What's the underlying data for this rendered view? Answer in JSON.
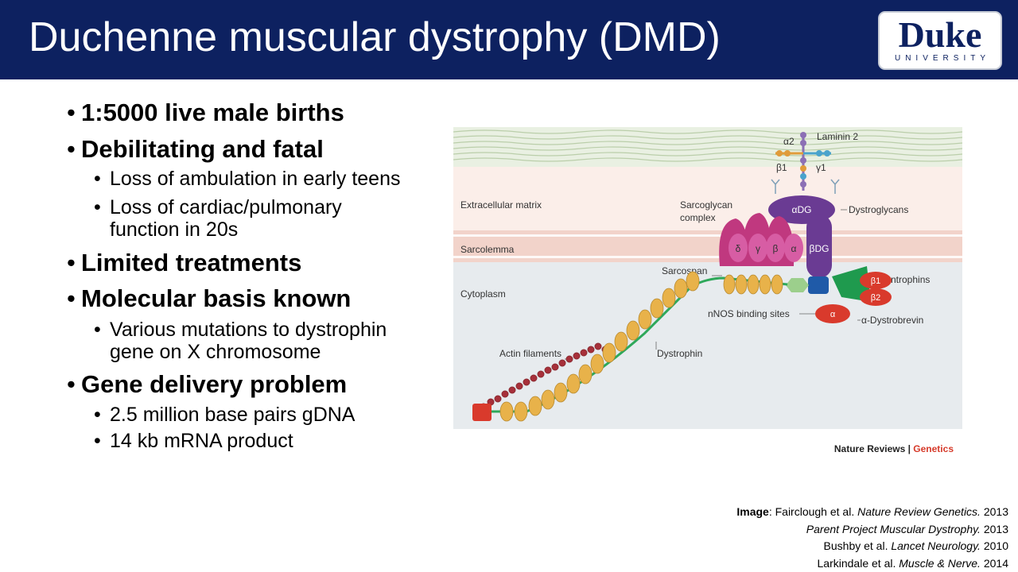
{
  "slide": {
    "title": "Duchenne muscular dystrophy (DMD)",
    "logo": {
      "word": "Duke",
      "sub": "UNIVERSITY"
    }
  },
  "bullets": {
    "b1": "1:5000 live male births",
    "b2": "Debilitating and fatal",
    "b2_sub1": "Loss of ambulation in early teens",
    "b2_sub2_line1": "Loss of cardiac/pulmonary",
    "b2_sub2_line2": "function in 20s",
    "b3": "Limited treatments",
    "b4": "Molecular basis known",
    "b4_sub1_line1": "Various mutations to dystrophin",
    "b4_sub1_line2": "gene on X chromosome",
    "b5": "Gene delivery problem",
    "b5_sub1": "2.5 million base pairs gDNA",
    "b5_sub2": "14 kb mRNA product",
    "bullet_char": "•"
  },
  "figure": {
    "labels": {
      "laminin": "Laminin 2",
      "a2": "α2",
      "b1": "β1",
      "g1": "γ1",
      "ecm": "Extracellular matrix",
      "sarcoglycan1": "Sarcoglycan",
      "sarcoglycan2": "complex",
      "adg": "αDG",
      "dystroglycans": "Dystroglycans",
      "sarcolemma": "Sarcolemma",
      "delta": "δ",
      "gamma": "γ",
      "beta": "β",
      "alpha": "α",
      "bdg": "βDG",
      "sarcospan": "Sarcospan",
      "syn_b1": "β1",
      "syntrophins": "Syntrophins",
      "syn_b2": "β2",
      "cytoplasm": "Cytoplasm",
      "nnos": "nNOS binding sites",
      "dbr_alpha": "α",
      "dystrobrevin": "α-Dystrobrevin",
      "actin": "Actin filaments",
      "dystrophin": "Dystrophin",
      "journal": "Nature Reviews",
      "journal_sep": " | ",
      "journal_section": "Genetics"
    },
    "colors": {
      "ecm_band": "#bcd2a8",
      "membrane": "#f3d8cf",
      "cytoplasm": "#e6eaec",
      "sarcoglycan": "#c0387f",
      "dystroglycan": "#6a3b93",
      "syntrophin": "#d93a2c",
      "dystrophin_bead": "#e8b24a",
      "actin_bead": "#a7303a",
      "green_protein": "#1f9a4e",
      "blue_protein": "#1f5aa8",
      "genetics_red": "#d63a2a"
    }
  },
  "credits": {
    "line1_bold": "Image",
    "line1_rest": ": Fairclough et al. ",
    "line1_italic": "Nature Review Genetics.",
    "line1_year": " 2013",
    "line2_italic": "Parent Project Muscular Dystrophy.",
    "line2_year": " 2013",
    "line3_rest": "Bushby et al. ",
    "line3_italic": "Lancet Neurology.",
    "line3_year": " 2010",
    "line4_rest": "Larkindale et al. ",
    "line4_italic": "Muscle & Nerve.",
    "line4_year": " 2014"
  }
}
